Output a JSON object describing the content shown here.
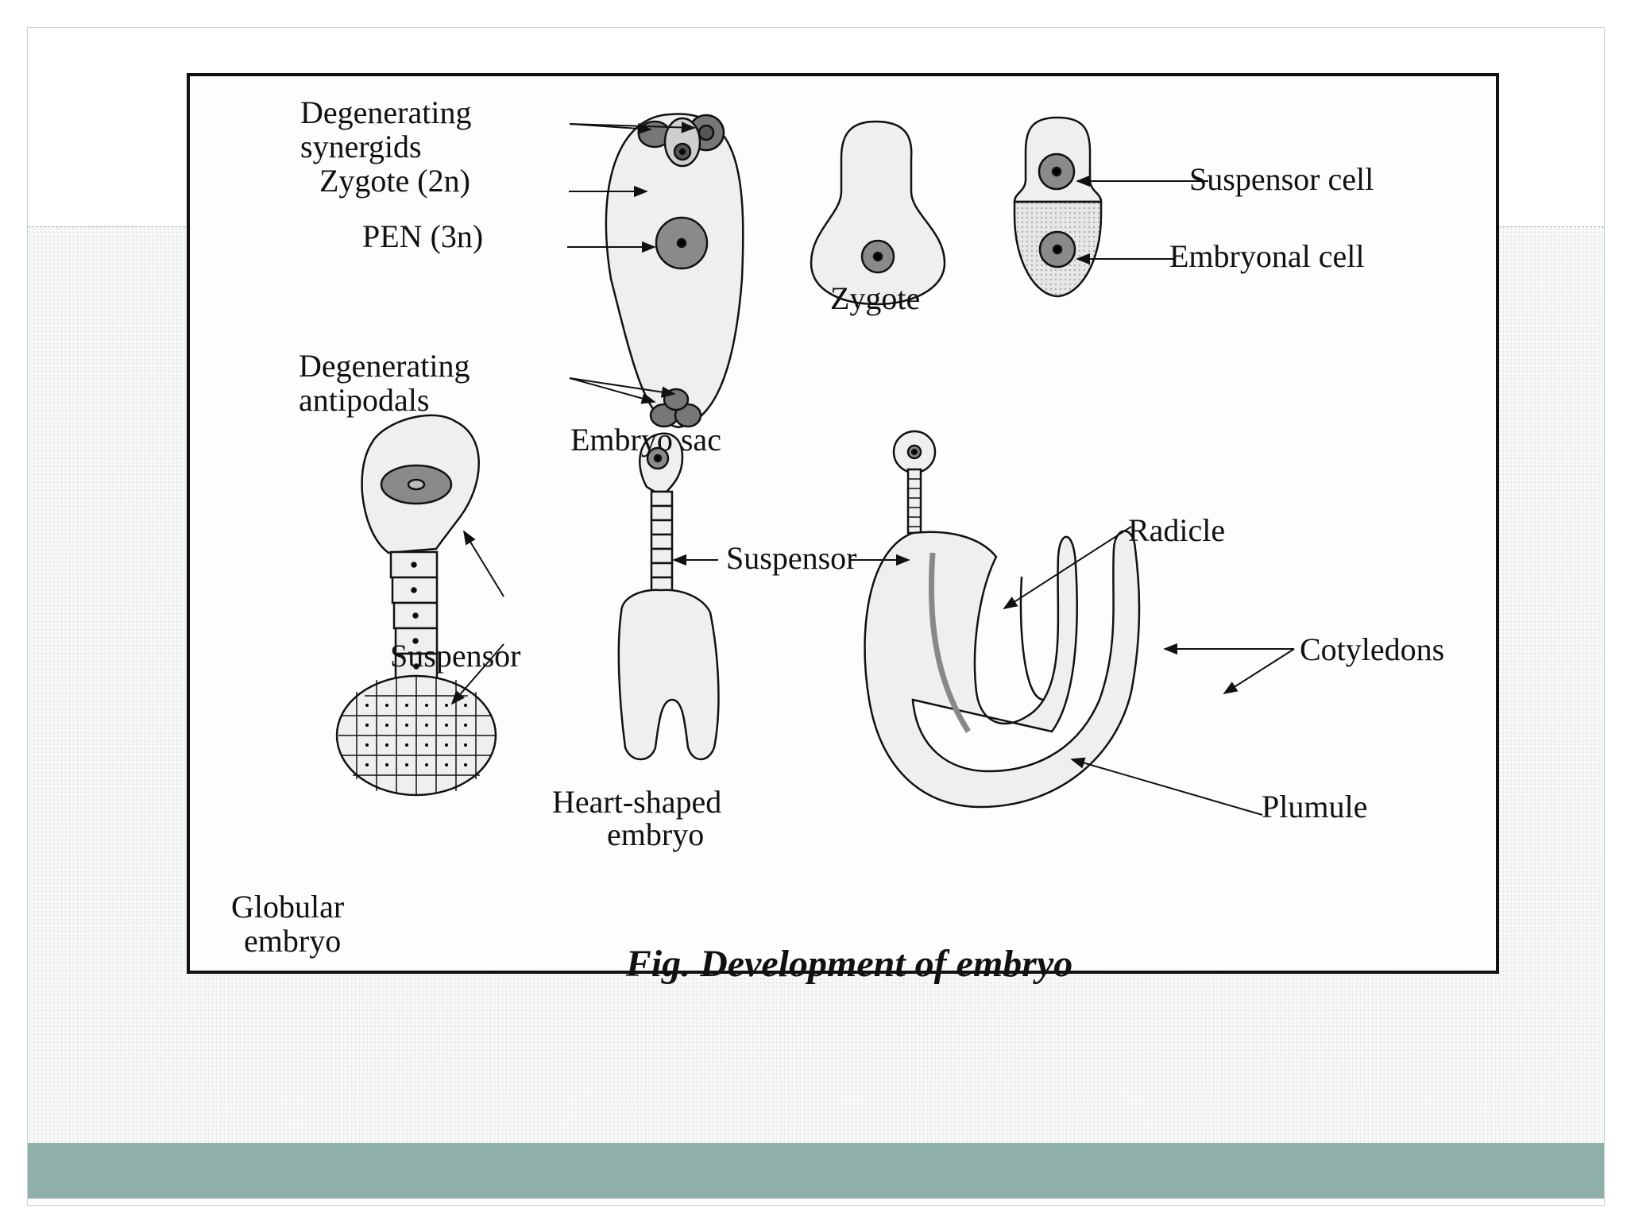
{
  "slide": {
    "accent_color": "#8fb0a9",
    "background_pattern": "dotted"
  },
  "figure": {
    "caption": "Fig. Development of embryo",
    "labels": {
      "degenerating_synergids_1": "Degenerating",
      "degenerating_synergids_2": "synergids",
      "zygote_2n": "Zygote (2n)",
      "pen_3n": "PEN (3n)",
      "degenerating_antipodals_1": "Degenerating",
      "degenerating_antipodals_2": "antipodals",
      "embryo_sac": "Embryo sac",
      "zygote": "Zygote",
      "suspensor_cell": "Suspensor cell",
      "embryonal_cell": "Embryonal cell",
      "suspensor_globular": "Suspensor",
      "suspensor_heart": "Suspensor",
      "radicle": "Radicle",
      "cotyledons": "Cotyledons",
      "plumule": "Plumule",
      "heart_shaped_1": "Heart-shaped",
      "heart_shaped_2": "embryo",
      "globular_1": "Globular",
      "globular_2": "embryo"
    }
  }
}
